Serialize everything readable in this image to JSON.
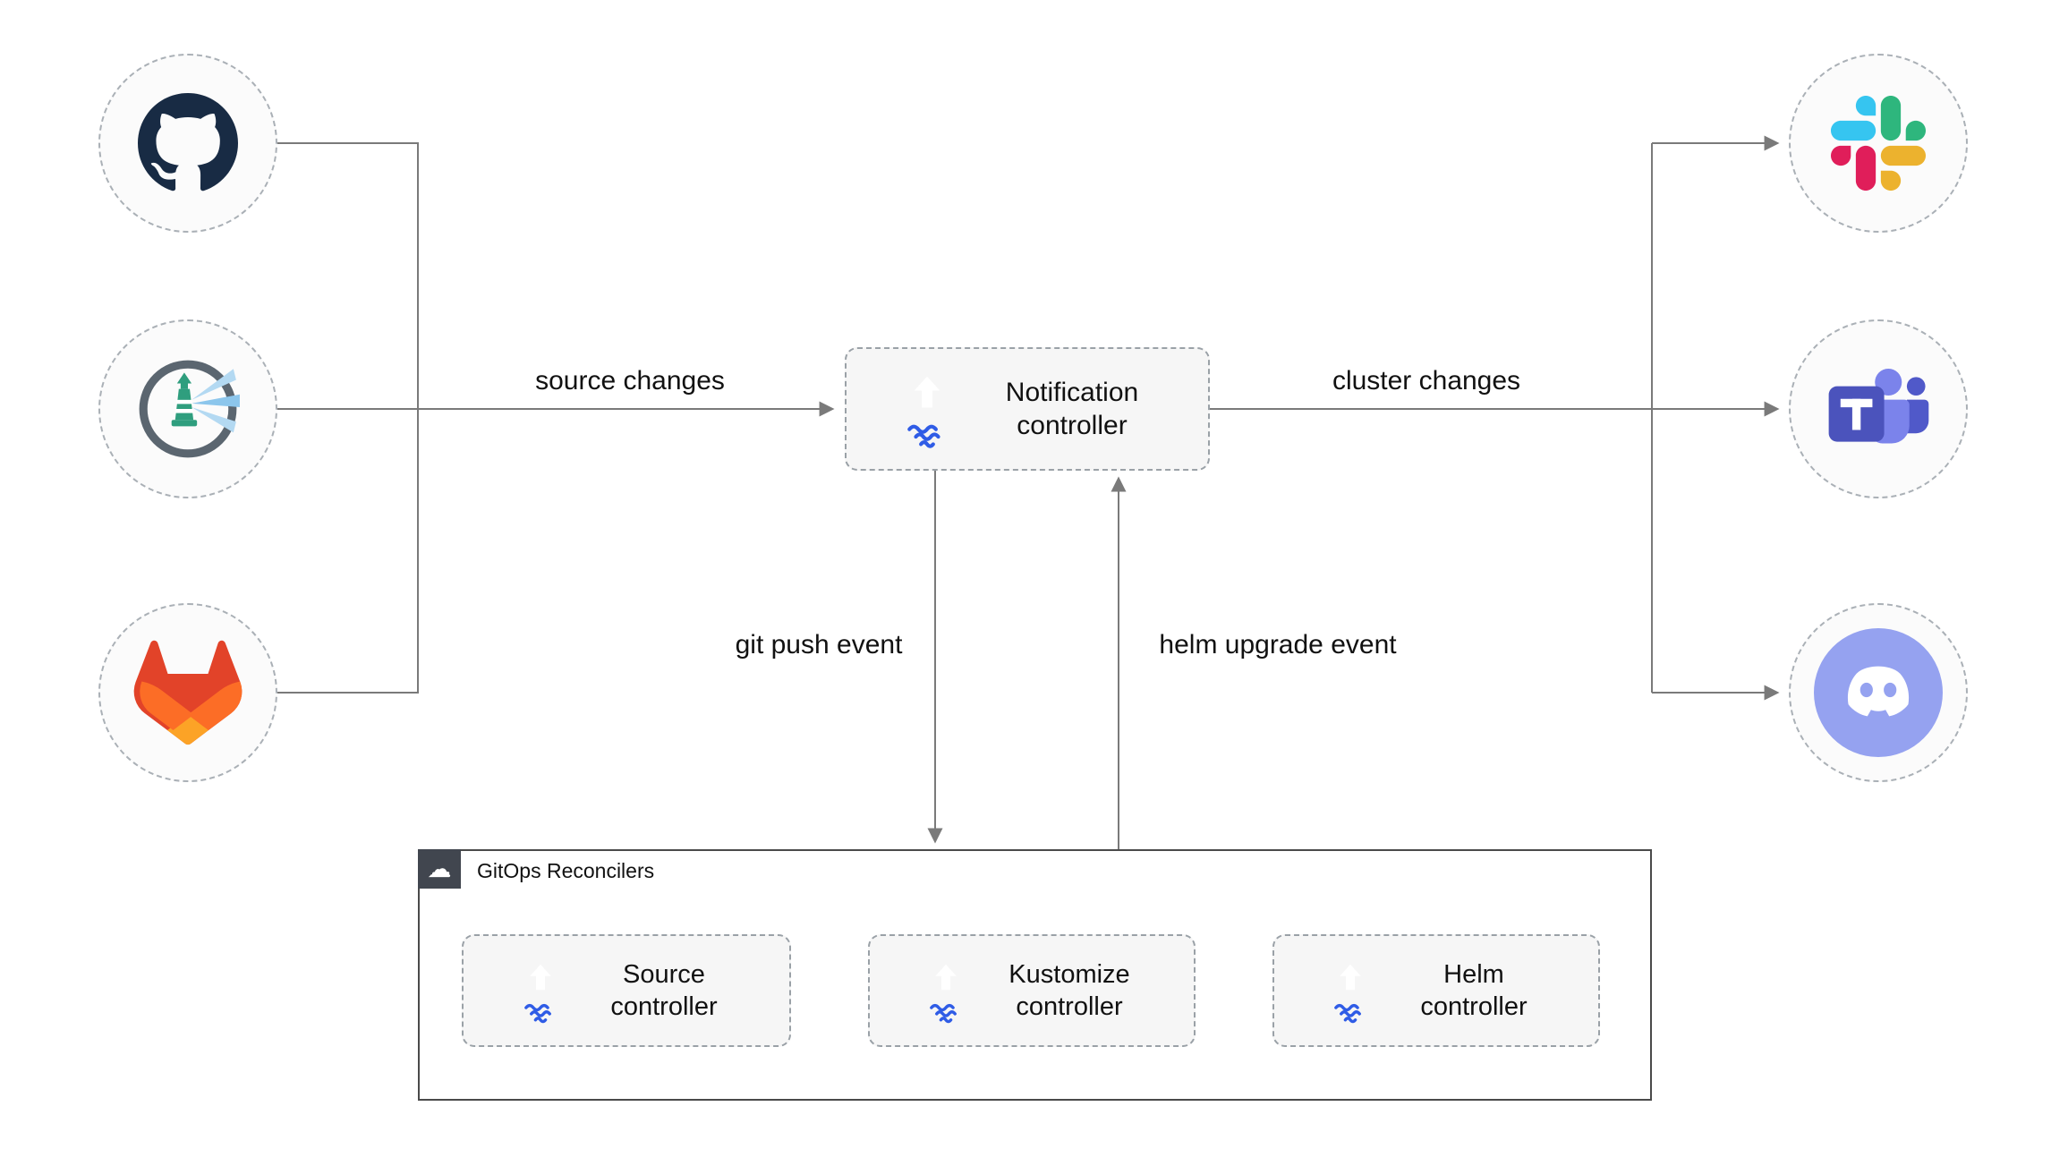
{
  "nodes": {
    "notification": "Notification controller",
    "source": "Source controller",
    "kustomize": "Kustomize controller",
    "helm": "Helm controller"
  },
  "edges": {
    "source_changes": "source changes",
    "cluster_changes": "cluster changes",
    "git_push_event": "git push event",
    "helm_upgrade_event": "helm upgrade event"
  },
  "group": {
    "label": "GitOps Reconcilers"
  },
  "icons": {
    "group_icon": "cloud-icon",
    "cloud_glyph": "☁",
    "controller_icon": "flux-icon",
    "sources": [
      "github-icon",
      "harbor-icon",
      "gitlab-icon"
    ],
    "targets": [
      "slack-icon",
      "ms-teams-icon",
      "discord-icon"
    ]
  },
  "colors": {
    "flux_blue": "#2f5ce6",
    "connector_gray": "#7a7a7a",
    "github_dark": "#182b44",
    "harbor_gray": "#5b6670",
    "harbor_green": "#2f9e7e",
    "harbor_ray_blue": "#8cc6ec",
    "gitlab_red": "#e24329",
    "gitlab_orange": "#fc6d26",
    "gitlab_yellow": "#fca326",
    "slack_blue": "#36C5F0",
    "slack_green": "#2EB67D",
    "slack_yellow": "#ECB22E",
    "slack_pink": "#E01E5A",
    "teams_dark_purple": "#4B53BC",
    "teams_light_purple": "#7B83EB",
    "discord_lavender": "#95a2f0"
  }
}
